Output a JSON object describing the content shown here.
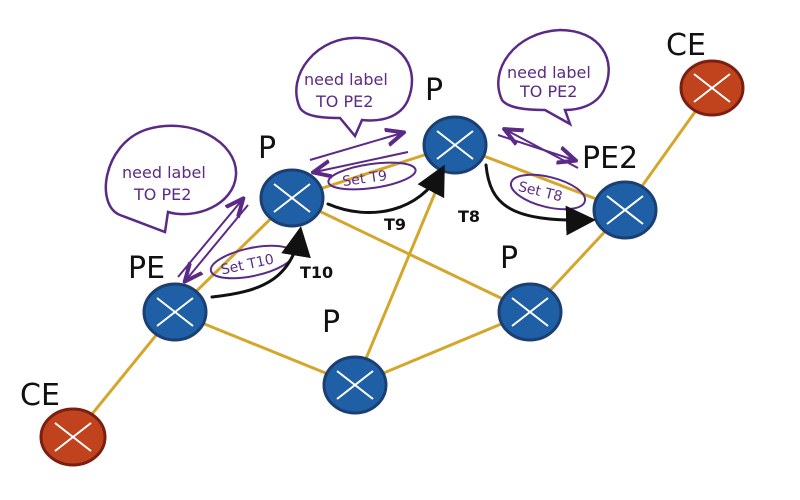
{
  "colors": {
    "link": "#d4a72c",
    "router_stroke": "#1b3f73",
    "router_fill": "#1e5fa6",
    "ce_stroke": "#7a1f12",
    "ce_fill": "#c0431e",
    "purple": "#5b2a86",
    "black": "#111111"
  },
  "nodes": {
    "ce_left": {
      "label": "CE",
      "icon": "router-icon"
    },
    "pe": {
      "label": "PE",
      "icon": "router-icon"
    },
    "p_upper_left": {
      "label": "P",
      "icon": "router-icon"
    },
    "p_top": {
      "label": "P",
      "icon": "router-icon"
    },
    "pe2": {
      "label": "PE2",
      "icon": "router-icon"
    },
    "ce_right": {
      "label": "CE",
      "icon": "router-icon"
    },
    "p_bottom": {
      "label": "P",
      "icon": "router-icon"
    },
    "p_lower_right": {
      "label": "P",
      "icon": "router-icon"
    }
  },
  "bubbles": {
    "b1": {
      "line1": "need label",
      "line2": "TO PE2"
    },
    "b2": {
      "line1": "need label",
      "line2": "TO PE2"
    },
    "b3": {
      "line1": "need label",
      "line2": "TO PE2"
    }
  },
  "label_sets": {
    "s1": "Set T10",
    "s2": "Set T9",
    "s3": "Set T8"
  },
  "edge_labels": {
    "t10": "T10",
    "t9": "T9",
    "t8": "T8"
  }
}
